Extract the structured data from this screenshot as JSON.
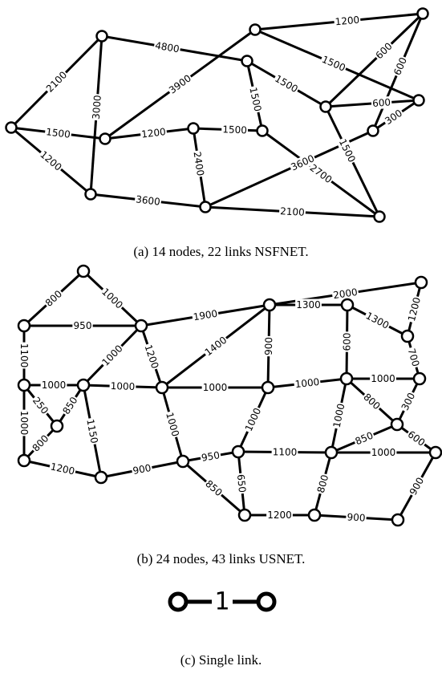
{
  "captions": {
    "a": "(a) 14 nodes, 22 links NSFNET.",
    "b": "(b) 24 nodes, 43 links USNET.",
    "c": "(c) Single link."
  },
  "graphs": {
    "nsfnet": {
      "nodes": [
        "N1",
        "N2",
        "N3",
        "N4",
        "N5",
        "N6",
        "N7",
        "N8",
        "N9",
        "N10",
        "N11",
        "N12",
        "N13",
        "N14"
      ],
      "links": [
        {
          "from": "N1",
          "to": "N2",
          "label": "2100"
        },
        {
          "from": "N1",
          "to": "N3",
          "label": "1500"
        },
        {
          "from": "N1",
          "to": "N4",
          "label": "1200"
        },
        {
          "from": "N2",
          "to": "N5",
          "label": "4800"
        },
        {
          "from": "N2",
          "to": "N4",
          "label": "3000"
        },
        {
          "from": "N3",
          "to": "N6",
          "label": "1200"
        },
        {
          "from": "N3",
          "to": "N7",
          "label": "3900"
        },
        {
          "from": "N4",
          "to": "N8",
          "label": "3600"
        },
        {
          "from": "N5",
          "to": "N9",
          "label": "1500"
        },
        {
          "from": "N5",
          "to": "N10",
          "label": "1500"
        },
        {
          "from": "N6",
          "to": "N10",
          "label": "1500"
        },
        {
          "from": "N6",
          "to": "N8",
          "label": "2400"
        },
        {
          "from": "N7",
          "to": "N11",
          "label": "1200"
        },
        {
          "from": "N7",
          "to": "N12",
          "label": "1500"
        },
        {
          "from": "N8",
          "to": "N13",
          "label": "2100"
        },
        {
          "from": "N8",
          "to": "N14",
          "label": "3600"
        },
        {
          "from": "N9",
          "to": "N11",
          "label": "600"
        },
        {
          "from": "N9",
          "to": "N12",
          "label": "600"
        },
        {
          "from": "N9",
          "to": "N13",
          "label": "1500"
        },
        {
          "from": "N10",
          "to": "N13",
          "label": "2700"
        },
        {
          "from": "N11",
          "to": "N14",
          "label": "600"
        },
        {
          "from": "N12",
          "to": "N14",
          "label": "300"
        }
      ]
    },
    "usnet": {
      "nodes": [
        "U1",
        "U2",
        "U3",
        "U4",
        "U5",
        "U6",
        "U7",
        "U8",
        "U9",
        "U10",
        "U11",
        "U12",
        "U13",
        "U14",
        "U15",
        "U16",
        "U17",
        "U18",
        "U19",
        "U20",
        "U21",
        "U22",
        "U23",
        "U24"
      ],
      "links": [
        {
          "from": "U1",
          "to": "U2",
          "label": "800"
        },
        {
          "from": "U2",
          "to": "U4",
          "label": "1000"
        },
        {
          "from": "U1",
          "to": "U4",
          "label": "950"
        },
        {
          "from": "U1",
          "to": "U5",
          "label": "1100"
        },
        {
          "from": "U4",
          "to": "U8",
          "label": "1900"
        },
        {
          "from": "U4",
          "to": "U9",
          "label": "1200"
        },
        {
          "from": "U4",
          "to": "U7",
          "label": "1000"
        },
        {
          "from": "U8",
          "to": "U3",
          "label": "2000"
        },
        {
          "from": "U8",
          "to": "U10",
          "label": "1300"
        },
        {
          "from": "U10",
          "to": "U11",
          "label": "1300"
        },
        {
          "from": "U3",
          "to": "U11",
          "label": "1200"
        },
        {
          "from": "U8",
          "to": "U9",
          "label": "1400"
        },
        {
          "from": "U8",
          "to": "U12",
          "label": "900"
        },
        {
          "from": "U10",
          "to": "U14",
          "label": "600"
        },
        {
          "from": "U11",
          "to": "U15",
          "label": "700"
        },
        {
          "from": "U5",
          "to": "U7",
          "label": "1000"
        },
        {
          "from": "U5",
          "to": "U6",
          "label": "250"
        },
        {
          "from": "U5",
          "to": "U16",
          "label": "1000"
        },
        {
          "from": "U7",
          "to": "U6",
          "label": "850"
        },
        {
          "from": "U7",
          "to": "U9",
          "label": "1000"
        },
        {
          "from": "U7",
          "to": "U17",
          "label": "1150"
        },
        {
          "from": "U9",
          "to": "U12",
          "label": "1000"
        },
        {
          "from": "U9",
          "to": "U18",
          "label": "1000"
        },
        {
          "from": "U12",
          "to": "U14",
          "label": "1000"
        },
        {
          "from": "U14",
          "to": "U15",
          "label": "1000"
        },
        {
          "from": "U12",
          "to": "U19",
          "label": "1000"
        },
        {
          "from": "U14",
          "to": "U13",
          "label": "800"
        },
        {
          "from": "U14",
          "to": "U21",
          "label": "1000"
        },
        {
          "from": "U15",
          "to": "U13",
          "label": "300"
        },
        {
          "from": "U13",
          "to": "U20",
          "label": "600"
        },
        {
          "from": "U13",
          "to": "U21",
          "label": "850"
        },
        {
          "from": "U6",
          "to": "U16",
          "label": "800"
        },
        {
          "from": "U16",
          "to": "U17",
          "label": "1200"
        },
        {
          "from": "U17",
          "to": "U18",
          "label": "900"
        },
        {
          "from": "U18",
          "to": "U19",
          "label": "950"
        },
        {
          "from": "U18",
          "to": "U22",
          "label": "850"
        },
        {
          "from": "U19",
          "to": "U21",
          "label": "1100"
        },
        {
          "from": "U19",
          "to": "U22",
          "label": "650"
        },
        {
          "from": "U21",
          "to": "U20",
          "label": "1000"
        },
        {
          "from": "U21",
          "to": "U23",
          "label": "800"
        },
        {
          "from": "U22",
          "to": "U23",
          "label": "1200"
        },
        {
          "from": "U23",
          "to": "U24",
          "label": "900"
        },
        {
          "from": "U24",
          "to": "U20",
          "label": "900"
        }
      ]
    },
    "single": {
      "nodes": [
        "S1",
        "S2"
      ],
      "links": [
        {
          "from": "S1",
          "to": "S2",
          "label": "1"
        }
      ]
    }
  }
}
